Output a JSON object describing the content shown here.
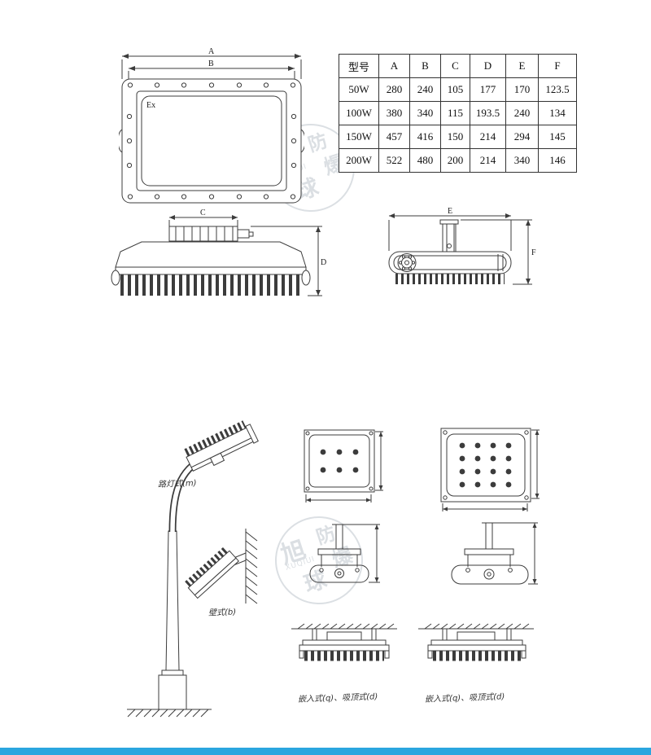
{
  "page": {
    "accent_color": "#2ba6df"
  },
  "watermark": {
    "char1": "旭",
    "char2": "球",
    "char3": "防",
    "char4": "爆",
    "latin": "XUQIUI"
  },
  "table": {
    "headers": [
      "型号",
      "A",
      "B",
      "C",
      "D",
      "E",
      "F"
    ],
    "rows": [
      [
        "50W",
        "280",
        "240",
        "105",
        "177",
        "170",
        "123.5"
      ],
      [
        "100W",
        "380",
        "340",
        "115",
        "193.5",
        "240",
        "134"
      ],
      [
        "150W",
        "457",
        "416",
        "150",
        "214",
        "294",
        "145"
      ],
      [
        "200W",
        "522",
        "480",
        "200",
        "214",
        "340",
        "146"
      ]
    ]
  },
  "drawings": {
    "ex_mark": "Ex",
    "dim_a": "A",
    "dim_b": "B",
    "dim_c": "C",
    "dim_d": "D",
    "dim_e": "E",
    "dim_f": "F"
  },
  "mounts": {
    "pole_label": "路灯式(m)",
    "wall_label": "壁式(b)",
    "ceiling_label_1": "嵌入式(q)、吸顶式(d)",
    "ceiling_label_2": "嵌入式(q)、吸顶式(d)"
  }
}
